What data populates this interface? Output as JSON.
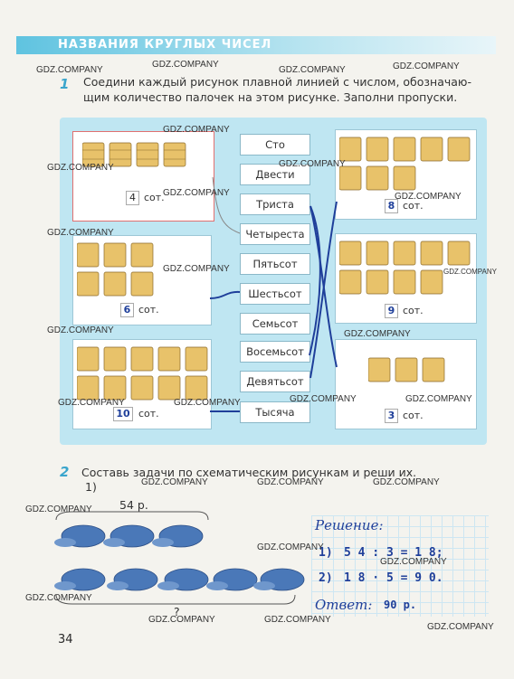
{
  "header": {
    "title": "НАЗВАНИЯ КРУГЛЫХ ЧИСЕЛ"
  },
  "task1": {
    "number": "1",
    "text_line1": "Соедини каждый рисунок плавной линией с числом, обозначаю-",
    "text_line2": "щим количество палочек на этом рисунке. Заполни пропуски."
  },
  "left_pictures": [
    {
      "value": "4",
      "unit": "сот."
    },
    {
      "value": "6",
      "unit": "сот."
    },
    {
      "value": "10",
      "unit": "сот."
    }
  ],
  "right_pictures": [
    {
      "value": "8",
      "unit": "сот."
    },
    {
      "value": "9",
      "unit": "сот."
    },
    {
      "value": "3",
      "unit": "сот."
    }
  ],
  "words": [
    "Сто",
    "Двести",
    "Триста",
    "Четыреста",
    "Пятьсот",
    "Шестьсот",
    "Семьсот",
    "Восемьсот",
    "Девятьсот",
    "Тысяча"
  ],
  "task2": {
    "number": "2",
    "text": "Составь задачи по схематическим рисункам и реши их.",
    "sub": "1)",
    "price_label": "54 р.",
    "question_mark": "?"
  },
  "solution": {
    "heading": "Решение:",
    "line1_num": "1)",
    "line1": "5 4 : 3 = 1 8;",
    "line2_num": "2)",
    "line2": "1 8 · 5 = 9 0.",
    "answer_label": "Ответ:",
    "answer_value": "90 р."
  },
  "page_number": "34",
  "watermark": "GDZ.COMPANY",
  "colors": {
    "accent": "#3aa5cc",
    "ink": "#1f3f9a",
    "panel": "#bfe6f2",
    "bundle": "#e8c26a"
  }
}
